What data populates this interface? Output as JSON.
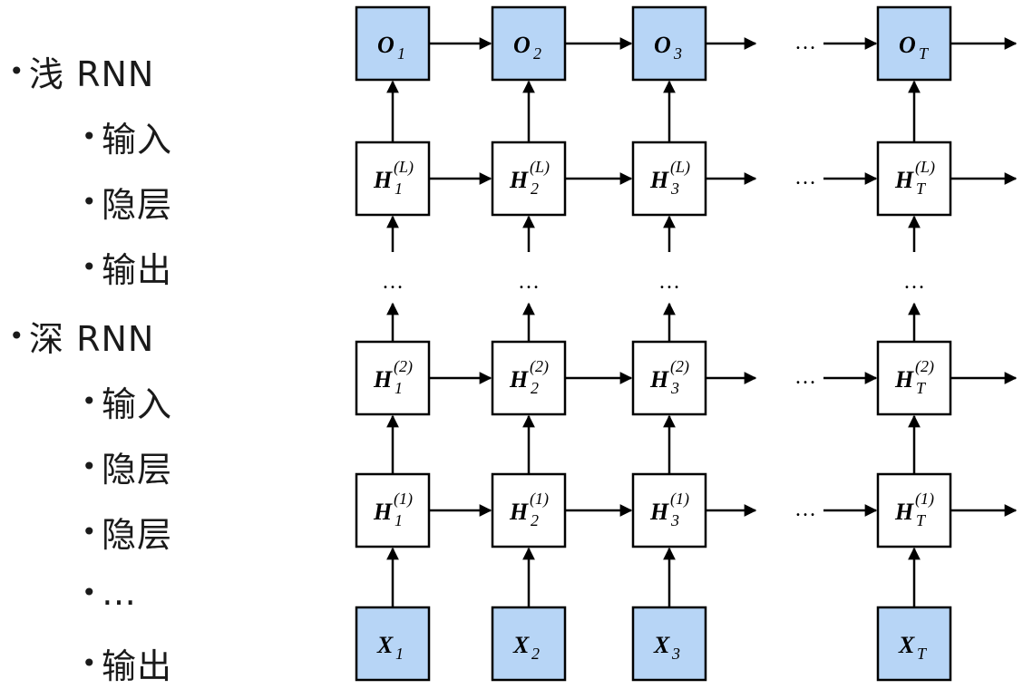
{
  "outline": [
    {
      "level": 1,
      "text": "浅 RNN"
    },
    {
      "level": 2,
      "text": "输入"
    },
    {
      "level": 2,
      "text": "隐层"
    },
    {
      "level": 2,
      "text": "输出"
    },
    {
      "level": 1,
      "text": "深 RNN"
    },
    {
      "level": 2,
      "text": "输入"
    },
    {
      "level": 2,
      "text": "隐层"
    },
    {
      "level": 2,
      "text": "隐层"
    },
    {
      "level": 2,
      "text": "…"
    },
    {
      "level": 2,
      "text": "输出"
    }
  ],
  "bullet_glyph": "•",
  "diagram": {
    "ellipsis": "…",
    "colors": {
      "io_fill": "#b7d5f6",
      "hidden_fill": "#ffffff",
      "stroke": "#000000"
    },
    "columns": [
      "1",
      "2",
      "3",
      "T"
    ],
    "rows": [
      {
        "kind": "io",
        "base": "O",
        "sup": "",
        "subs": [
          "1",
          "2",
          "3",
          "T"
        ]
      },
      {
        "kind": "hidden",
        "base": "H",
        "sup": "(L)",
        "subs": [
          "1",
          "2",
          "3",
          "T"
        ]
      },
      {
        "kind": "gap"
      },
      {
        "kind": "hidden",
        "base": "H",
        "sup": "(2)",
        "subs": [
          "1",
          "2",
          "3",
          "T"
        ]
      },
      {
        "kind": "hidden",
        "base": "H",
        "sup": "(1)",
        "subs": [
          "1",
          "2",
          "3",
          "T"
        ]
      },
      {
        "kind": "io",
        "base": "X",
        "sup": "",
        "subs": [
          "1",
          "2",
          "3",
          "T"
        ]
      }
    ]
  }
}
